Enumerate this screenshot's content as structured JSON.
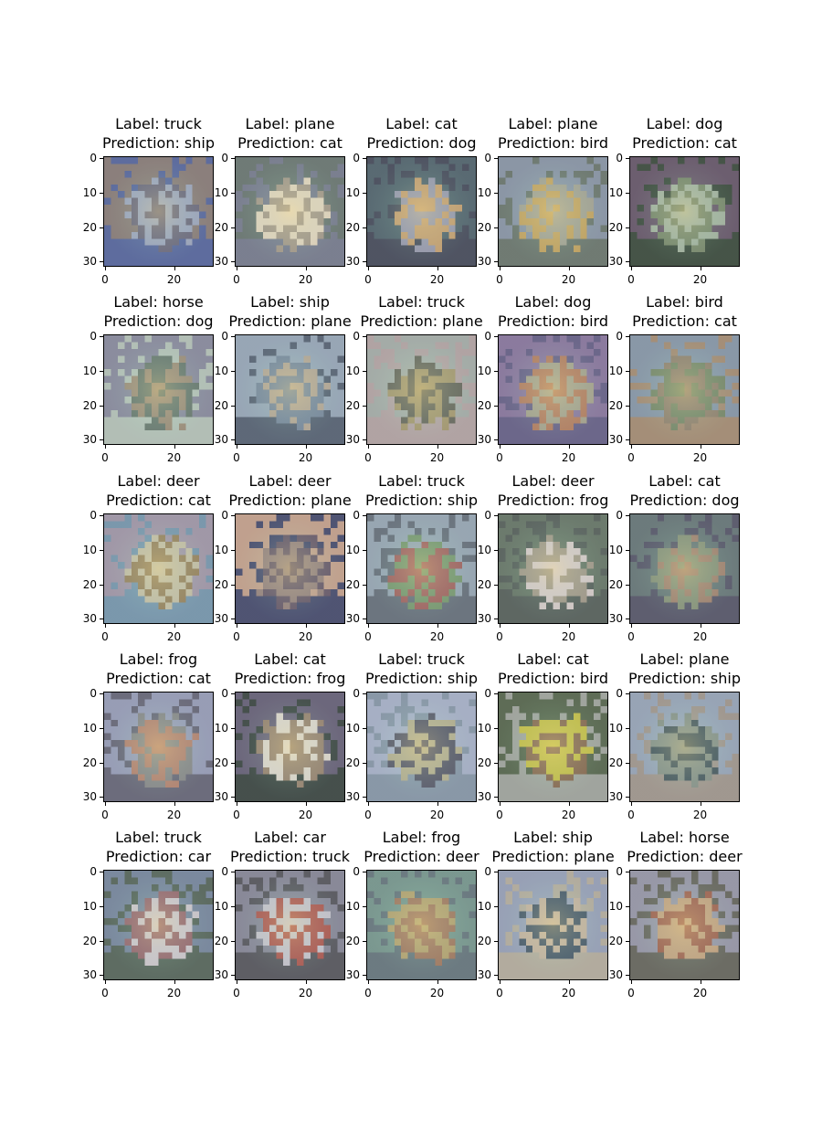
{
  "figure": {
    "x_tick_labels": [
      "0",
      "20"
    ],
    "y_tick_labels": [
      "0",
      "10",
      "20",
      "30"
    ],
    "panels": [
      {
        "label": "Label: truck",
        "prediction": "Prediction: ship",
        "palette": [
          "#8c7f74",
          "#6e6a78",
          "#9fa7b8",
          "#5a6a9a"
        ]
      },
      {
        "label": "Label: plane",
        "prediction": "Prediction: cat",
        "palette": [
          "#6d7a6e",
          "#a79a84",
          "#e4d6b8",
          "#7a7f8a"
        ]
      },
      {
        "label": "Label: cat",
        "prediction": "Prediction: dog",
        "palette": [
          "#55686a",
          "#c9a16a",
          "#9a9aa8",
          "#4a4f58"
        ]
      },
      {
        "label": "Label: plane",
        "prediction": "Prediction: bird",
        "palette": [
          "#8c98a2",
          "#a6a48e",
          "#c7a55a",
          "#6e7a6a"
        ]
      },
      {
        "label": "Label: dog",
        "prediction": "Prediction: cat",
        "palette": [
          "#6a5a66",
          "#7b8a66",
          "#a5b49a",
          "#3f4f3a"
        ]
      },
      {
        "label": "Label: horse",
        "prediction": "Prediction: dog",
        "palette": [
          "#8c8e9a",
          "#9f8f74",
          "#6a7a6a",
          "#b7c5b4"
        ]
      },
      {
        "label": "Label: ship",
        "prediction": "Prediction: plane",
        "palette": [
          "#9aaab4",
          "#7a8a98",
          "#b7a890",
          "#5a6670"
        ]
      },
      {
        "label": "Label: truck",
        "prediction": "Prediction: plane",
        "palette": [
          "#a8b0a4",
          "#a89a6a",
          "#6a6a58",
          "#b6a7a0"
        ]
      },
      {
        "label": "Label: dog",
        "prediction": "Prediction: bird",
        "palette": [
          "#8c7a9a",
          "#b77f5a",
          "#a8a488",
          "#6a6484"
        ]
      },
      {
        "label": "Label: bird",
        "prediction": "Prediction: cat",
        "palette": [
          "#8a9aa4",
          "#94846a",
          "#7a8a64",
          "#a89070"
        ]
      },
      {
        "label": "Label: deer",
        "prediction": "Prediction: cat",
        "palette": [
          "#a49aa4",
          "#9a8458",
          "#c7c0a0",
          "#7a9aaa"
        ]
      },
      {
        "label": "Label: deer",
        "prediction": "Prediction: plane",
        "palette": [
          "#c7a488",
          "#6a5a64",
          "#9a8478",
          "#4a4f6a"
        ]
      },
      {
        "label": "Label: truck",
        "prediction": "Prediction: ship",
        "palette": [
          "#9aaab0",
          "#a4645a",
          "#7a9a6a",
          "#6a7478"
        ]
      },
      {
        "label": "Label: deer",
        "prediction": "Prediction: frog",
        "palette": [
          "#6a7a64",
          "#a49a84",
          "#d8ccc4",
          "#5a6458"
        ]
      },
      {
        "label": "Label: cat",
        "prediction": "Prediction: dog",
        "palette": [
          "#6a7a74",
          "#a4846a",
          "#8a9474",
          "#5a5a66"
        ]
      },
      {
        "label": "Label: frog",
        "prediction": "Prediction: cat",
        "palette": [
          "#9aa0b4",
          "#8a8a84",
          "#b7846a",
          "#6a6a74"
        ]
      },
      {
        "label": "Label: cat",
        "prediction": "Prediction: frog",
        "palette": [
          "#6a6474",
          "#9a846a",
          "#e0d8c8",
          "#3f4a3f"
        ]
      },
      {
        "label": "Label: truck",
        "prediction": "Prediction: ship",
        "palette": [
          "#aab4c4",
          "#b7b08a",
          "#5a5a64",
          "#8a9aa4"
        ]
      },
      {
        "label": "Label: cat",
        "prediction": "Prediction: bird",
        "palette": [
          "#5a6a4a",
          "#c8c040",
          "#8a6a4a",
          "#a4a89a"
        ]
      },
      {
        "label": "Label: plane",
        "prediction": "Prediction: ship",
        "palette": [
          "#9aa8b4",
          "#8a9484",
          "#4a5a5a",
          "#a49a8a"
        ]
      },
      {
        "label": "Label: truck",
        "prediction": "Prediction: car",
        "palette": [
          "#7a8a9a",
          "#d0c8c8",
          "#9a6a6a",
          "#5a6a58"
        ]
      },
      {
        "label": "Label: car",
        "prediction": "Prediction: truck",
        "palette": [
          "#8a8a94",
          "#c8c4c8",
          "#b0584a",
          "#5a5a5a"
        ]
      },
      {
        "label": "Label: frog",
        "prediction": "Prediction: deer",
        "palette": [
          "#7a9a8a",
          "#b7a46a",
          "#a47a5a",
          "#6a7a7a"
        ]
      },
      {
        "label": "Label: ship",
        "prediction": "Prediction: plane",
        "palette": [
          "#9aa4b4",
          "#c7b49a",
          "#4a5a64",
          "#b7b09a"
        ]
      },
      {
        "label": "Label: horse",
        "prediction": "Prediction: deer",
        "palette": [
          "#9a9aa4",
          "#a4644a",
          "#c7a47a",
          "#6a6a5a"
        ]
      }
    ]
  }
}
